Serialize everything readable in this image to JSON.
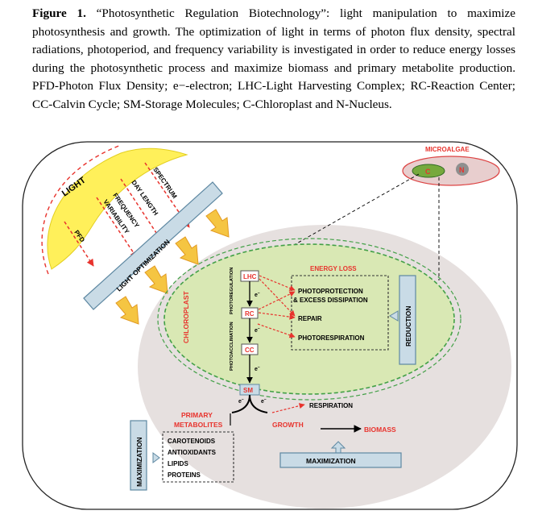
{
  "caption": {
    "label": "Figure 1.",
    "text": " “Photosynthetic Regulation Biotechnology”: light manipulation to maximize photosynthesis and growth. The optimization of light in terms of photon flux density, spectral radiations, photoperiod, and frequency variability is investigated in order to reduce energy losses during the photosynthetic process and maximize biomass and primary metabolite production. PFD-Photon Flux Density; e−-electron; LHC-Light Harvesting Complex; RC-Reaction Center; CC-Calvin Cycle; SM-Storage Molecules; C-Chloroplast and N-Nucleus."
  },
  "diagram": {
    "microalgae_label": "MICROALGAE",
    "chloroplast_letter": "C",
    "nucleus_letter": "N",
    "light": "LIGHT",
    "light_params": [
      "SPECTRUM",
      "DAY LENGTH",
      "FREQUENCY",
      "VARIABILITY",
      "PFD"
    ],
    "light_optimization": "LIGHT OPTIMIZATION",
    "chloroplast": "CHLOROPLAST",
    "photoregulation": "PHOTOREGULATION",
    "photoacclimation": "PHOTOACCLIMATION",
    "lhc": "LHC",
    "rc": "RC",
    "cc": "CC",
    "sm": "SM",
    "electron": "e",
    "electron_sup": "−",
    "energy_loss": "ENERGY LOSS",
    "loss_items": [
      "PHOTOPROTECTION",
      "& EXCESS DISSIPATION",
      "REPAIR",
      "PHOTORESPIRATION"
    ],
    "reduction": "REDUCTION",
    "respiration": "RESPIRATION",
    "growth": "GROWTH",
    "biomass": "BIOMASS",
    "primary": "PRIMARY",
    "metabolites": "METABOLITES",
    "metabolites_list": [
      "CAROTENOIDS",
      "ANTIOXIDANTS",
      "LIPIDS",
      "PROTEINS"
    ],
    "maximization": "MAXIMIZATION",
    "maximization_bottom": "MAXIMIZATION"
  },
  "colors": {
    "red": "#e8332d",
    "sun": "#fff05a",
    "cell": "#e6e0df",
    "chloroplast": "#d9e8b4",
    "bar": "#c9dbe6",
    "bar_stroke": "#5e88a2",
    "green_dash": "#43a047"
  }
}
